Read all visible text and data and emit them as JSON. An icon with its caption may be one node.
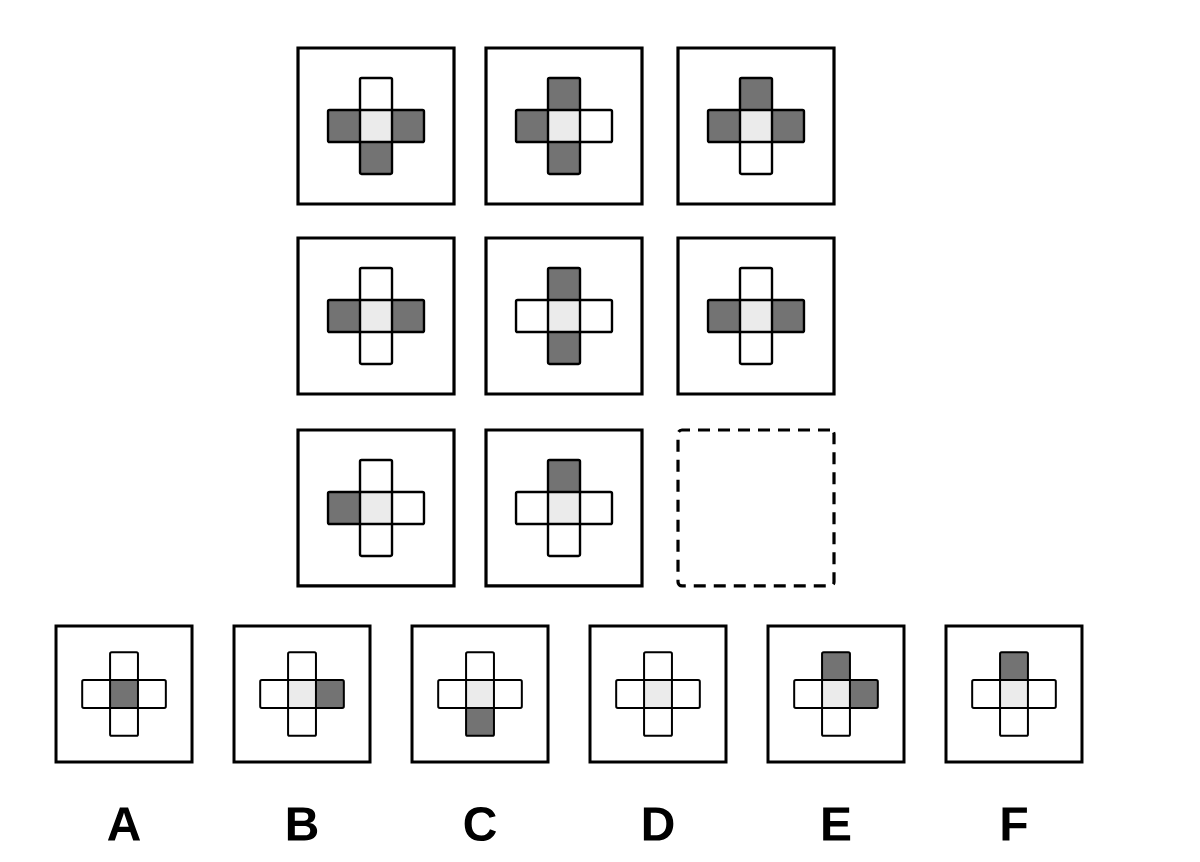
{
  "diagram": {
    "nodes": [
      {
        "text": [],
        "shape": "box"
      },
      {
        "text": [],
        "shape": "box"
      },
      {
        "text": [],
        "shape": "box"
      },
      {
        "text": [],
        "shape": "box"
      },
      {
        "text": [],
        "shape": "box"
      },
      {
        "text": [],
        "shape": "box"
      },
      {
        "text": [],
        "shape": "box"
      },
      {
        "text": [],
        "shape": "box"
      },
      {
        "text": [],
        "shape": "box"
      },
      {
        "text": [
          "A"
        ]
      },
      {
        "text": [
          "B"
        ]
      },
      {
        "text": [
          "C"
        ]
      },
      {
        "text": [
          "D"
        ]
      },
      {
        "text": [
          "E"
        ]
      },
      {
        "text": [
          "F"
        ]
      }
    ]
  }
}
